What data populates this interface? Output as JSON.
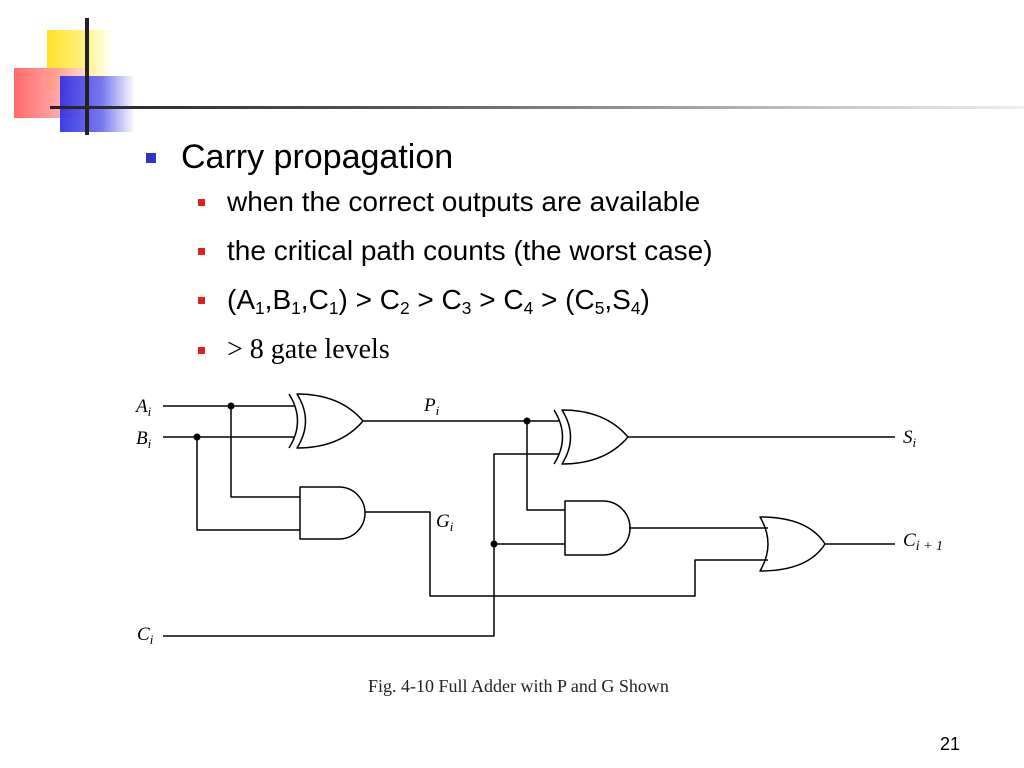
{
  "bullets": {
    "main": "Carry propagation",
    "sub1": "when the correct outputs are available",
    "sub2": "the critical path counts (the worst case)",
    "sub3": {
      "A": "A",
      "B": "B",
      "C": "C",
      "S": "S",
      "n1": "1",
      "n2": "2",
      "n3": "3",
      "n4": "4",
      "n5": "5",
      "gt": ">"
    },
    "sub4": "> 8 gate levels"
  },
  "diagram": {
    "inputs": {
      "a": "A",
      "b": "B",
      "c": "C",
      "i": "i"
    },
    "signals": {
      "p": "P",
      "g": "G",
      "s": "S",
      "cout": "C",
      "cout_sub": "i + 1"
    },
    "caption": "Fig. 4-10  Full Adder with P and G Shown"
  },
  "page_number": "21",
  "colors": {
    "main_bullet": "#3333cc",
    "sub_bullet": "#e02020"
  }
}
